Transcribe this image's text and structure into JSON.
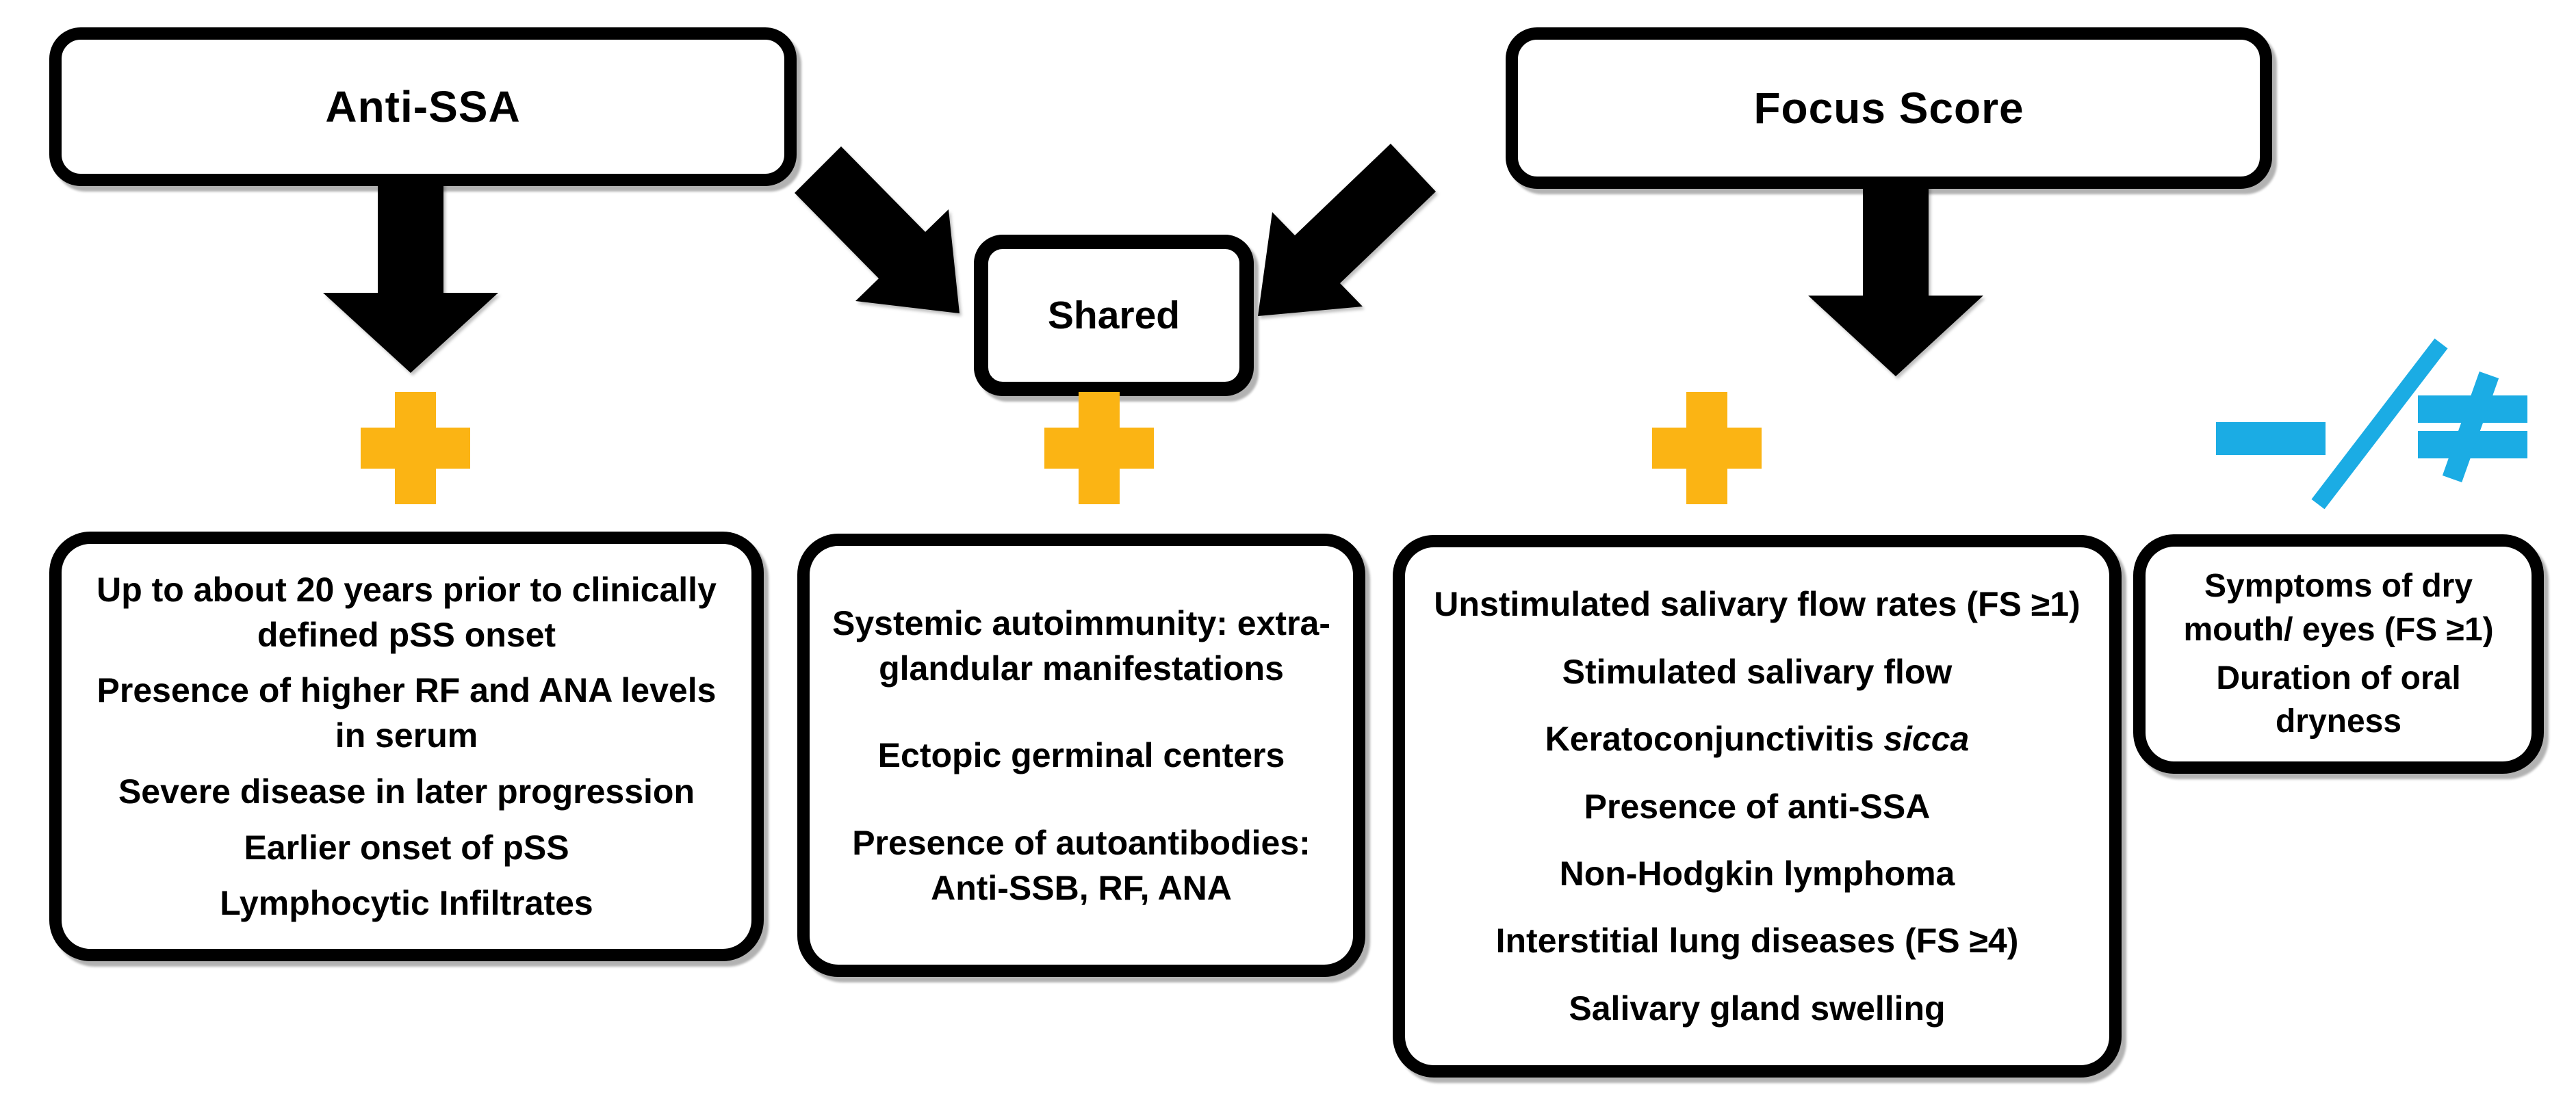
{
  "figure": {
    "description": "Flow diagram of pSS prognostic markers: Anti-SSA and Focus Score with shared and distinct associated features",
    "background": "#ffffff"
  },
  "colors": {
    "ink": "#000000",
    "plus": "#FBB414",
    "blue": "#1BACE4"
  },
  "header_boxes": {
    "anti_ssa": {
      "label": "Anti-SSA"
    },
    "shared": {
      "label": "Shared"
    },
    "focus_score": {
      "label": "Focus Score"
    }
  },
  "symbols": {
    "plus_1": "plus",
    "plus_2": "plus",
    "plus_3": "plus",
    "negative_group": "minus / not-equal"
  },
  "feature_boxes": {
    "anti_ssa": {
      "items": [
        "Up to about 20 years prior to clinically defined pSS onset",
        "Presence of higher RF and ANA levels in serum",
        "Severe disease in later progression",
        "Earlier onset of pSS",
        "Lymphocytic Infiltrates"
      ]
    },
    "shared": {
      "items": [
        "Systemic autoimmunity: extra-glandular manifestations",
        "Ectopic germinal centers",
        "Presence of autoantibodies: Anti-SSB, RF, ANA"
      ]
    },
    "focus_score": {
      "items": [
        "Unstimulated salivary flow rates (FS ≥1)",
        "Stimulated salivary flow",
        {
          "text": "Keratoconjunctivitis ",
          "italic": "sicca"
        },
        "Presence of anti-SSA",
        "Non-Hodgkin lymphoma",
        "Interstitial lung diseases (FS ≥4)",
        "Salivary gland swelling"
      ]
    },
    "negative": {
      "items": [
        "Symptoms of dry mouth/ eyes (FS ≥1)",
        "Duration of oral dryness"
      ]
    }
  }
}
